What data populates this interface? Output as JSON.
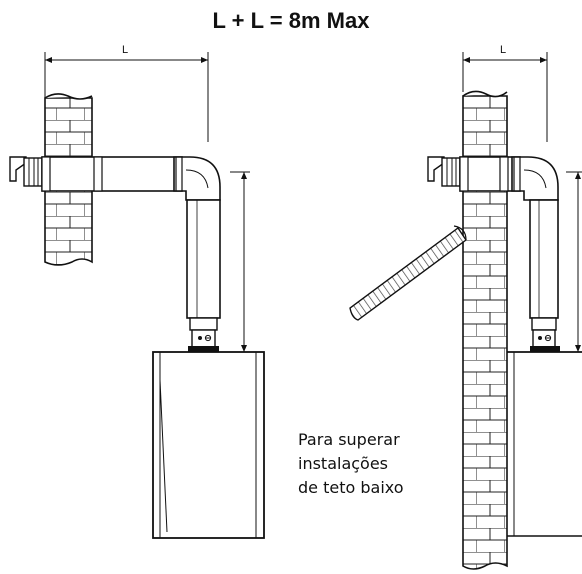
{
  "title": "L + L = 8m Max",
  "dimension_label_left": "L",
  "dimension_label_right": "L",
  "note_lines": [
    "Para superar",
    "instalações",
    "de teto baixo"
  ]
}
